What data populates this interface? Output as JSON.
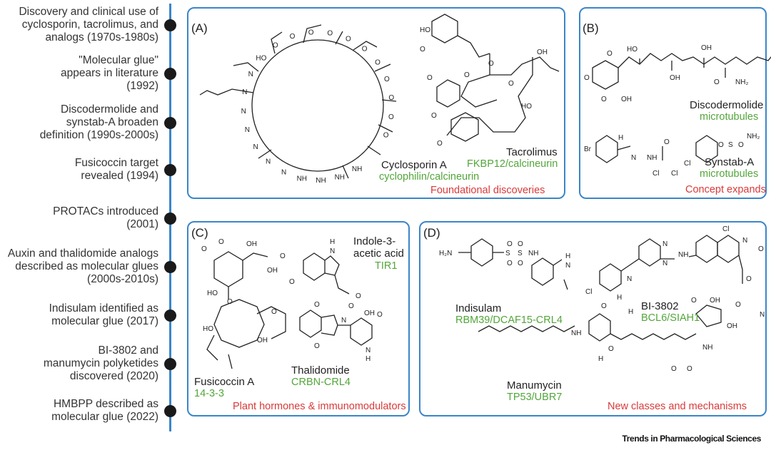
{
  "timeline": [
    {
      "text": "Discovery and clinical use of\ncyclosporin, tacrolimus, and\nanalogs (1970s-1980s)"
    },
    {
      "text": "\"Molecular glue\"\nappears in literature\n(1992)"
    },
    {
      "text": "Discodermolide and\nsynstab-A broaden\ndefinition (1990s-2000s)"
    },
    {
      "text": "Fusicoccin target\nrevealed (1994)"
    },
    {
      "text": "PROTACs introduced\n(2001)"
    },
    {
      "text": "Auxin and thalidomide analogs\ndescribed as molecular glues\n(2000s-2010s)"
    },
    {
      "text": "Indisulam identified as\nmolecular glue (2017)"
    },
    {
      "text": "BI-3802 and\nmanumycin polyketides\ndiscovered (2020)"
    },
    {
      "text": "HMBPP described as\nmolecular glue (2022)"
    }
  ],
  "panels": {
    "A": {
      "label": "(A)",
      "footer": "Foundational discoveries",
      "molecules": [
        {
          "name": "Cyclosporin A",
          "target": "cyclophilin/calcineurin"
        },
        {
          "name": "Tacrolimus",
          "target": "FKBP12/calcineurin"
        }
      ],
      "atoms": [
        "NH",
        "NH",
        "NH",
        "NH",
        "N",
        "N",
        "N",
        "N",
        "N",
        "N",
        "N",
        "HO",
        "O",
        "O",
        "O",
        "O",
        "O",
        "O",
        "O",
        "O",
        "O",
        "O",
        "O",
        "HO",
        "O",
        "O",
        "O",
        "O",
        "O",
        "O",
        "OH",
        "HO",
        "O"
      ]
    },
    "B": {
      "label": "(B)",
      "footer": "Concept expands",
      "molecules": [
        {
          "name": "Discodermolide",
          "target": "microtubules"
        },
        {
          "name": "Synstab-A",
          "target": "microtubules"
        }
      ],
      "atoms": [
        "HO",
        "OH",
        "OH",
        "O",
        "NH₂",
        "O",
        "O",
        "O",
        "OH",
        "Br",
        "H",
        "N",
        "NH",
        "O",
        "Cl",
        "Cl",
        "Cl",
        "S",
        "O",
        "O",
        "NH₂"
      ]
    },
    "C": {
      "label": "(C)",
      "footer": "Plant hormones & immunomodulators",
      "molecules": [
        {
          "name": "Indole-3-\nacetic acid",
          "target": "TIR1"
        },
        {
          "name": "Fusicoccin A",
          "target": "14-3-3"
        },
        {
          "name": "Thalidomide",
          "target": "CRBN-CRL4"
        }
      ],
      "atoms": [
        "O",
        "O",
        "OH",
        "HO",
        "O",
        "OH",
        "O",
        "O",
        "O",
        "HO",
        "OH",
        "O",
        "H",
        "N",
        "O",
        "OH",
        "O",
        "N",
        "O",
        "N",
        "H",
        "O"
      ]
    },
    "D": {
      "label": "(D)",
      "footer": "New classes and mechanisms",
      "molecules": [
        {
          "name": "Indisulam",
          "target": "RBM39/DCAF15-CRL4"
        },
        {
          "name": "BI-3802",
          "target": "BCL6/SIAH1"
        },
        {
          "name": "Manumycin",
          "target": "TP53/UBR7"
        }
      ],
      "atoms": [
        "H₂N",
        "S",
        "O",
        "O",
        "S",
        "O",
        "O",
        "NH",
        "H",
        "N",
        "Cl",
        "N",
        "N",
        "N",
        "NH",
        "Cl",
        "N",
        "O",
        "O",
        "O",
        "N",
        "H",
        "NH",
        "O",
        "H",
        "O",
        "H",
        "OH",
        "O",
        "OH",
        "NH",
        "O",
        "O"
      ]
    }
  },
  "credit": "Trends in Pharmacological Sciences",
  "colors": {
    "timeline": "#3a86c8",
    "panel_border": "#3a86c8",
    "target_text": "#52a63a",
    "footer_text": "#d93a3a",
    "dot": "#1a1a1a"
  }
}
